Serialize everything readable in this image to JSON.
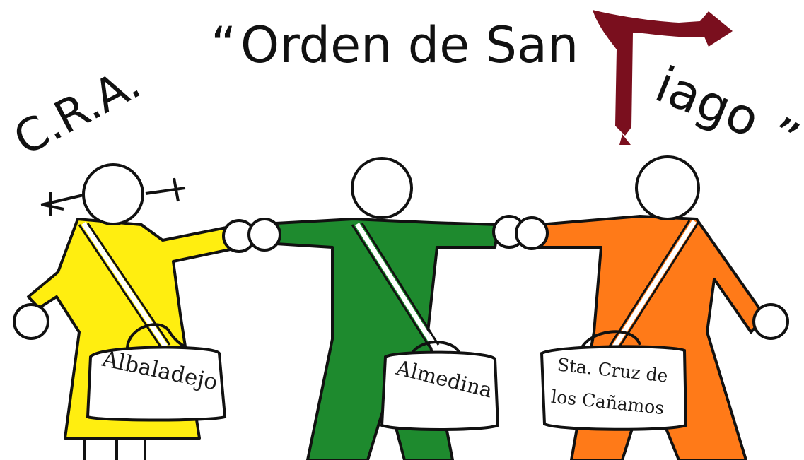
{
  "title": {
    "prefix": "C.R.A.",
    "quote_open": "“",
    "name_part1": "Orden de San",
    "name_part2": "iago",
    "quote_close": "”"
  },
  "children": [
    {
      "name": "yellow-child",
      "bag_label": "Albaladejo"
    },
    {
      "name": "green-child",
      "bag_label": "Almedina"
    },
    {
      "name": "orange-child",
      "bag_label_line1": "Sta. Cruz de",
      "bag_label_line2": "los Cañamos"
    }
  ],
  "colors": {
    "yellow": "#FFEE10",
    "green": "#1E8A2E",
    "orange": "#FF7A18",
    "cross": "#7A0F1E",
    "outline": "#111111"
  },
  "logo": {
    "cross": "cross-of-santiago-icon"
  }
}
